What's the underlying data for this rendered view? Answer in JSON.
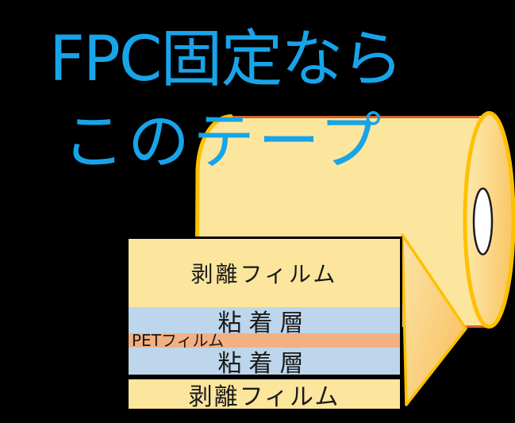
{
  "title": {
    "line1": "FPC固定なら",
    "line2": "このテープ",
    "color": "#17A4E9"
  },
  "stack": {
    "description": "tape cross-section layer diagram",
    "layers": [
      {
        "label": "剥離フィルム",
        "color": "#FCE69D"
      },
      {
        "label": "粘着層",
        "color": "#BDD6EC"
      },
      {
        "label": "PETフィルム",
        "color": "#F3B083"
      },
      {
        "label": "粘着層",
        "color": "#BDD6EC"
      },
      {
        "label": "剥離フィルム",
        "color": "#FCE69D"
      }
    ],
    "border_color": "#000000"
  },
  "roll": {
    "body_color": "#FCE69D",
    "outline_color": "#FFC000",
    "edge_line_color": "#D2652F",
    "cap_gradient": [
      "#FDEBB0",
      "#F8C868"
    ],
    "fold_gradient": [
      "#FCE4A8",
      "#F8C160"
    ],
    "core_hole_color": "#FFFFFF"
  },
  "background_color": "#000000"
}
